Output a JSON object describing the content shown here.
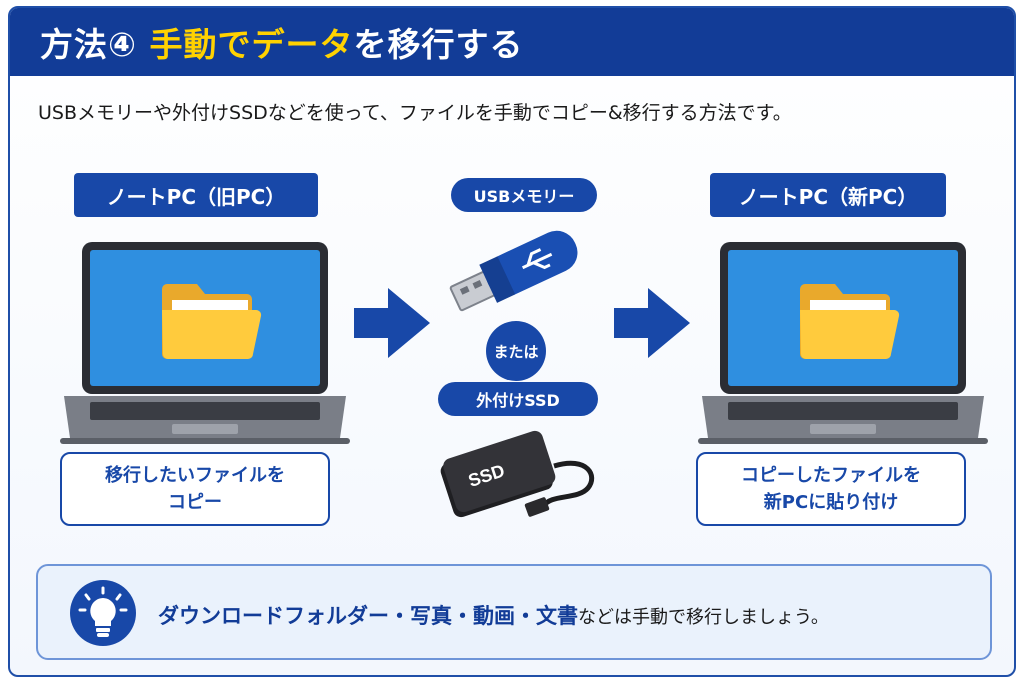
{
  "header": {
    "title_prefix": "方法④ ",
    "title_highlight": "手動でデータ",
    "title_suffix": "を移行する"
  },
  "subtitle": "USBメモリーや外付けSSDなどを使って、ファイルを手動でコピー&移行する方法です。",
  "old_pc": {
    "label": "ノートPC（旧PC）",
    "caption_line1": "移行したいファイルを",
    "caption_line2": "コピー"
  },
  "new_pc": {
    "label": "ノートPC（新PC）",
    "caption_line1": "コピーしたファイルを",
    "caption_line2": "新PCに貼り付け"
  },
  "middle": {
    "usb_label": "USBメモリー",
    "or_label": "または",
    "ssd_label": "外付けSSD",
    "ssd_text": "SSD"
  },
  "tip": {
    "strong": "ダウンロードフォルダー・写真・動画・文書",
    "rest": "などは手動で移行しましょう。"
  },
  "colors": {
    "brand_blue": "#123c97",
    "accent_yellow": "#ffd200",
    "screen_blue": "#2f8fe0",
    "folder_yellow": "#ffcb3d"
  }
}
